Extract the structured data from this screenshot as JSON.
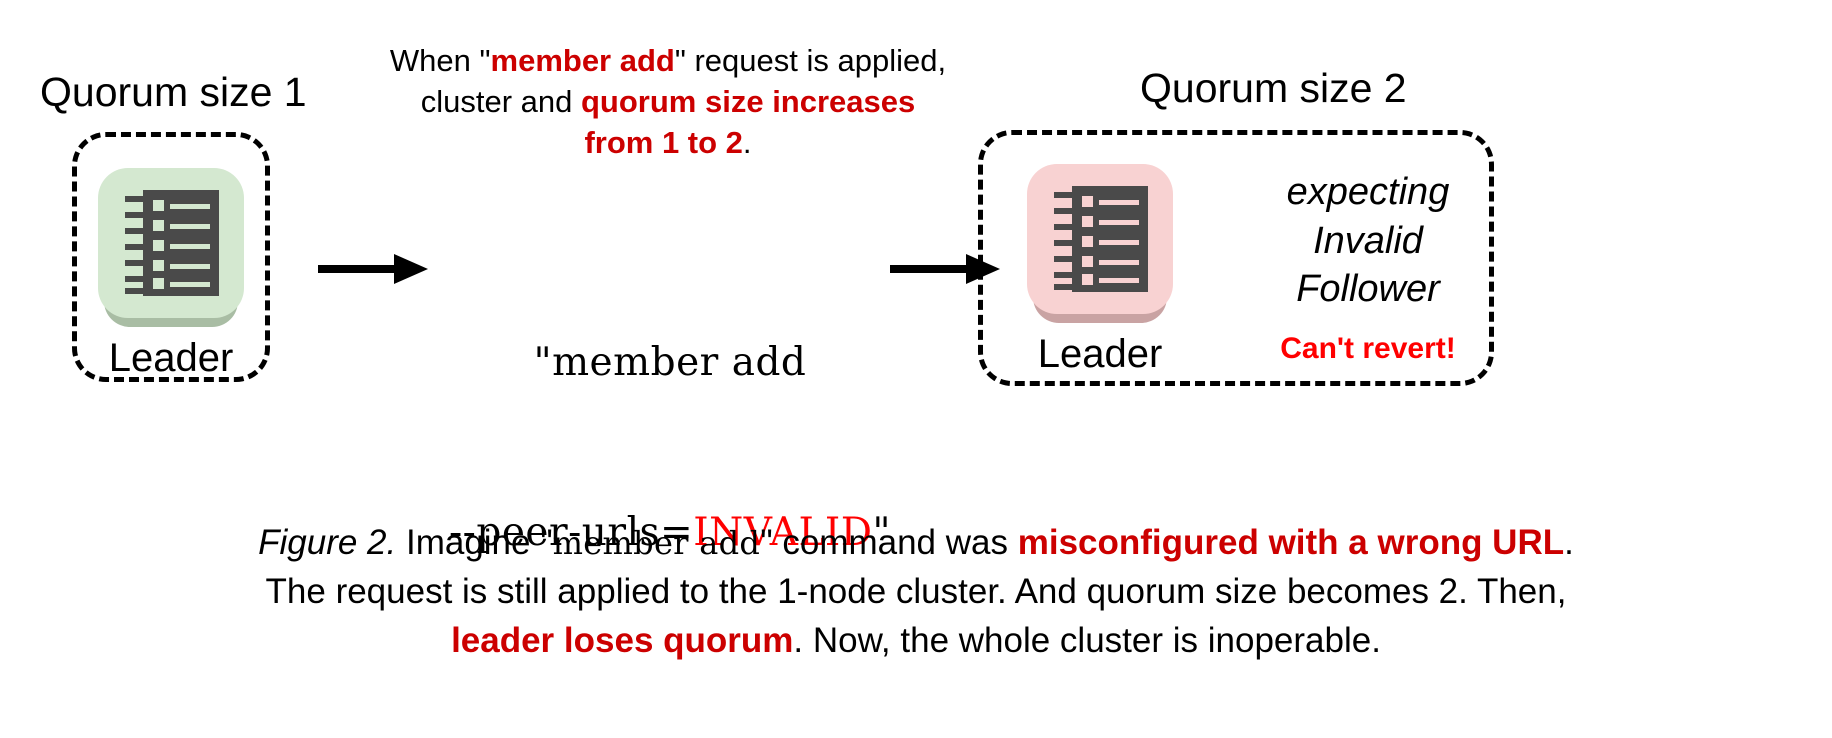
{
  "figure": {
    "left_cluster": {
      "title": "Quorum size 1",
      "node_label": "Leader",
      "icon": "server-rack-icon",
      "tile_color": "#d4e8d0"
    },
    "right_cluster": {
      "title": "Quorum size 2",
      "node_label": "Leader",
      "icon": "server-rack-icon",
      "tile_color": "#f8d2d2",
      "status_lines": [
        "expecting",
        "Invalid",
        "Follower"
      ],
      "warning": "Can't revert!"
    },
    "headline": {
      "part1": "When \"",
      "emph1": "member add",
      "part2": "\" request is applied,",
      "part3": "cluster and ",
      "emph2": "quorum size increases",
      "emph3": "from 1 to 2",
      "part4": "."
    },
    "command": {
      "line1": "\"member add",
      "line2_prefix": "--peer-urls=",
      "line2_value": "INVALID",
      "line2_suffix": "\""
    },
    "arrows": {
      "left_arrow": "right-arrow-icon",
      "right_arrow": "right-arrow-icon"
    },
    "caption": {
      "line1_a": "Figure 2.",
      "line1_b": " Imagine \"",
      "line1_mono": "member add",
      "line1_c": "\" command was ",
      "line1_red": "misconfigured with a wrong URL",
      "line1_d": ".",
      "line2": "The request is still applied to the 1-node cluster. And quorum size becomes 2. Then,",
      "line3_red": "leader loses quorum",
      "line3_rest": ". Now, the whole cluster is inoperable."
    }
  },
  "colors": {
    "red_emphasis": "#cc0000",
    "pure_red": "#ff0000",
    "icon_dark": "#4a4a4a",
    "green_tile": "#d4e8d0",
    "pink_tile": "#f8d2d2"
  }
}
